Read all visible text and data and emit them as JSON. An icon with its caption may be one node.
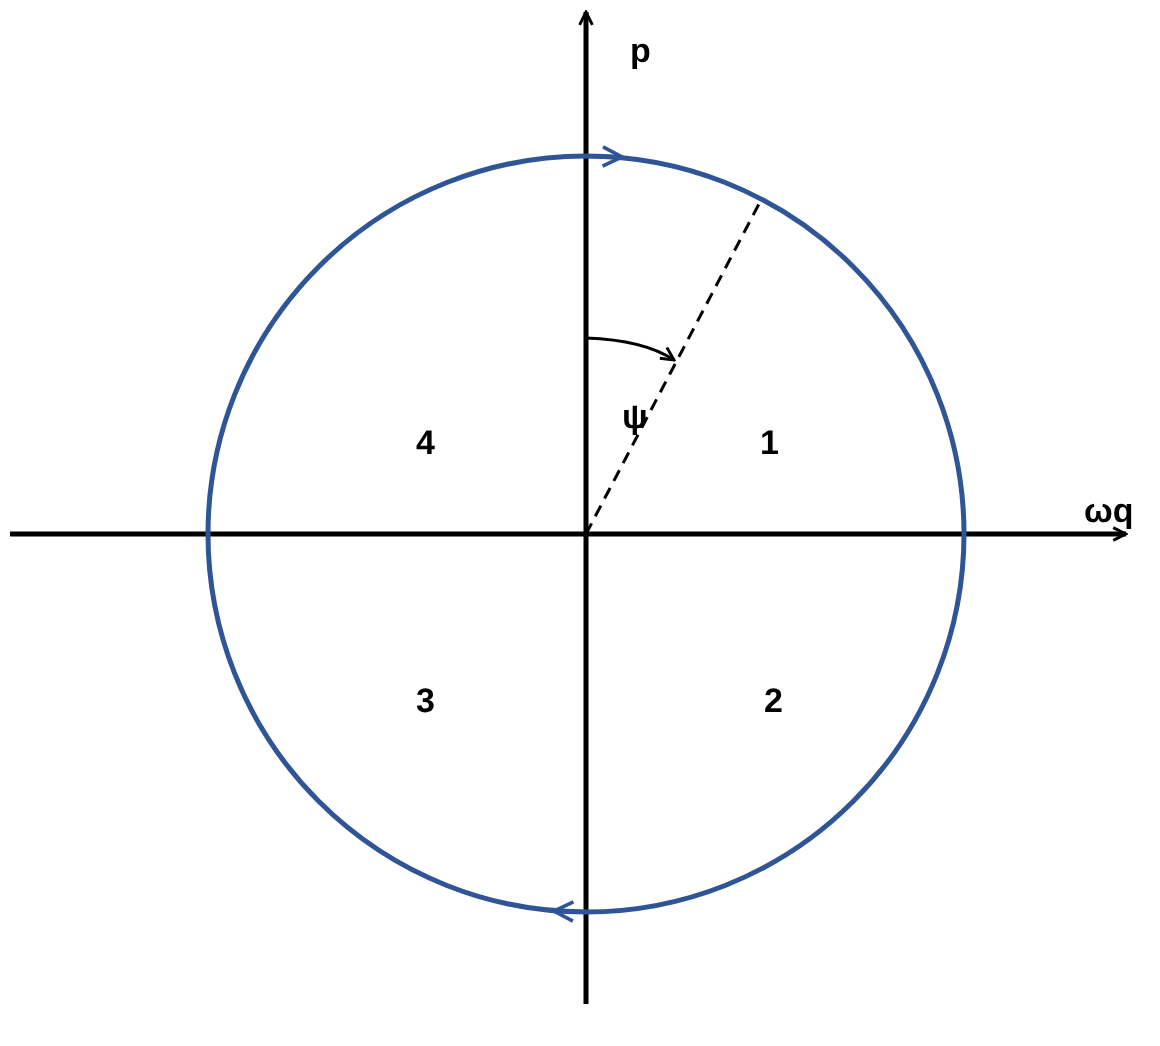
{
  "diagram": {
    "labels": [
      "p",
      "ωq",
      "ψ",
      "4",
      "1",
      "3",
      "2"
    ]
  }
}
